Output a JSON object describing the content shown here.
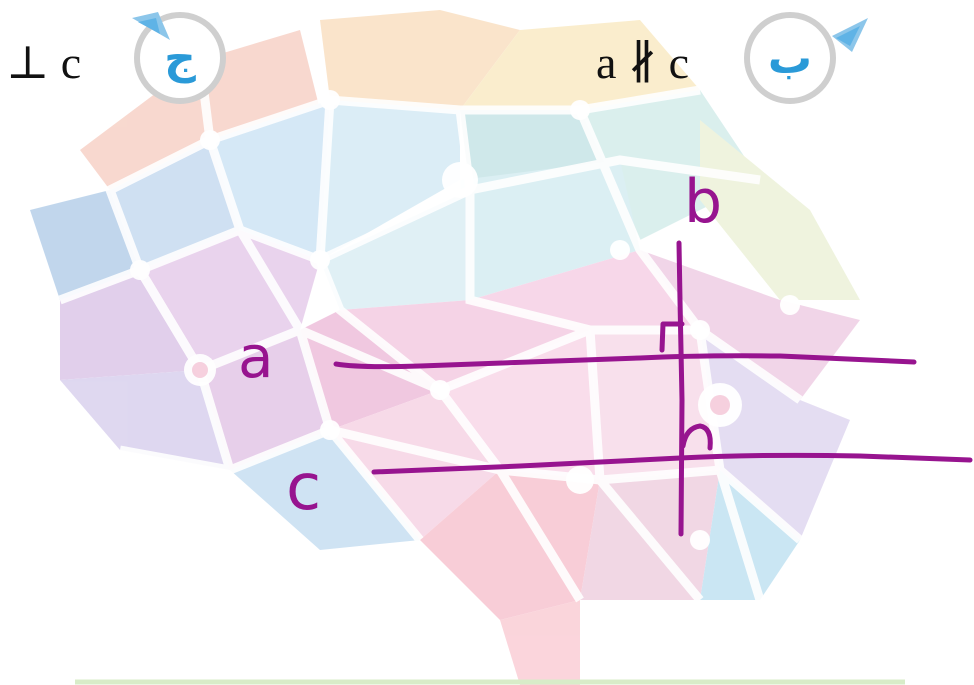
{
  "options": [
    {
      "letter": "ج",
      "statement": "⊥ c"
    },
    {
      "letter": "ب",
      "statement": "a ∦ c"
    }
  ],
  "sketch": {
    "line_labels": {
      "a": "a",
      "b": "b",
      "c": "c"
    }
  },
  "colors": {
    "ink": "#97148f",
    "badge_letter": "#2a9ad8",
    "badge_ring": "#cfcfcf",
    "text": "#111111"
  },
  "icons": [
    "brain-network-watermark-icon",
    "pointer-tip-icon"
  ]
}
